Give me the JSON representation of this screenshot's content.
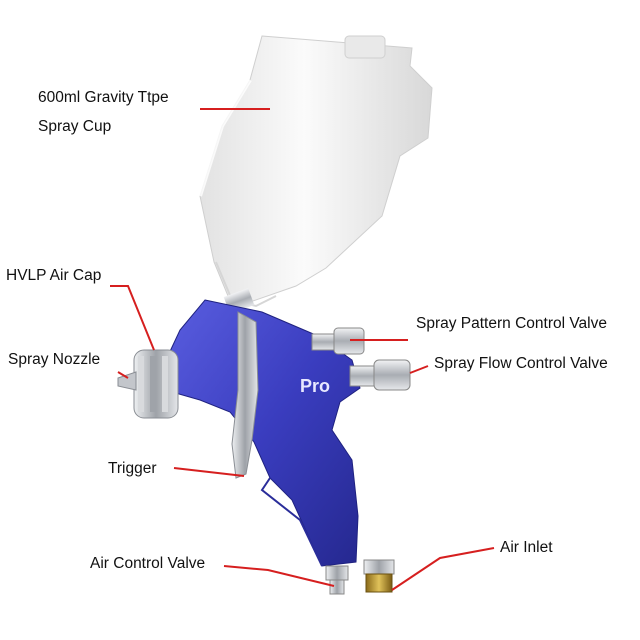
{
  "labels": {
    "cup_line1": "600ml Gravity Ttpe",
    "cup_line2": "Spray Cup",
    "air_cap": "HVLP Air Cap",
    "nozzle": "Spray Nozzle",
    "trigger": "Trigger",
    "air_control": "Air Control Valve",
    "pattern_valve": "Spray Pattern Control Valve",
    "flow_valve": "Spray Flow Control Valve",
    "air_inlet": "Air Inlet"
  },
  "colors": {
    "leader": "#d61f1f",
    "body_blue": "#3c3fc4",
    "cup": "#f1f1f1",
    "chrome": "#c9ccd1"
  }
}
